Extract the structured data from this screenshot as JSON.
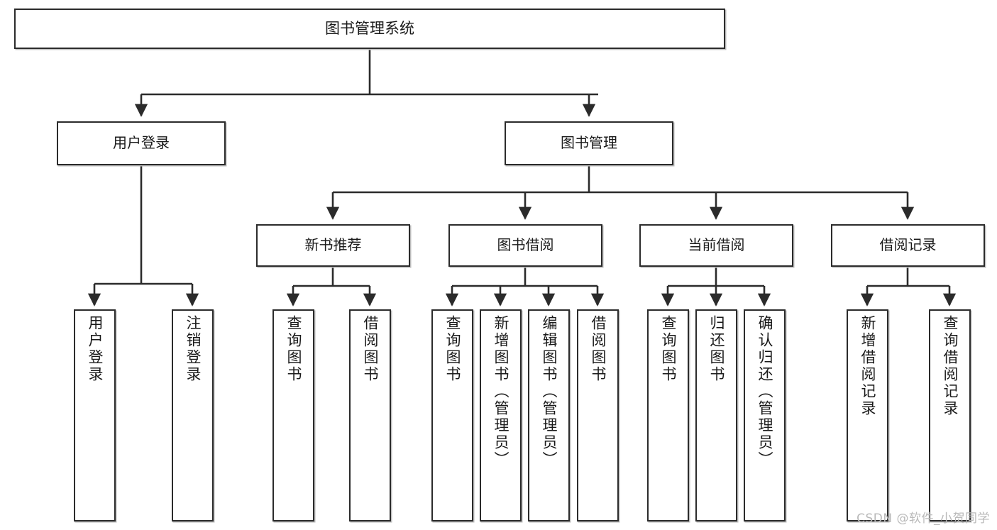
{
  "diagram": {
    "title": "图书管理系统",
    "type": "tree-hierarchy",
    "watermark": "CSDN @软件_小贺同学",
    "line_color": "#2b2b2b",
    "box_fill": "#ffffff",
    "background": "#ffffff"
  },
  "nodes": {
    "root": {
      "label": "图书管理系统"
    },
    "level2": [
      {
        "label": "用户登录"
      },
      {
        "label": "图书管理"
      }
    ],
    "level3": [
      {
        "label": "新书推荐"
      },
      {
        "label": "图书借阅"
      },
      {
        "label": "当前借阅"
      },
      {
        "label": "借阅记录"
      }
    ],
    "leaves": {
      "user_login": [
        {
          "label": "用户登录"
        },
        {
          "label": "注销登录"
        }
      ],
      "new_book": [
        {
          "label": "查询图书"
        },
        {
          "label": "借阅图书"
        }
      ],
      "book_borrow": [
        {
          "label": "查询图书"
        },
        {
          "label": "新增图书（管理员）"
        },
        {
          "label": "编辑图书（管理员）"
        },
        {
          "label": "借阅图书"
        }
      ],
      "current_borrow": [
        {
          "label": "查询图书"
        },
        {
          "label": "归还图书"
        },
        {
          "label": "确认归还（管理员）"
        }
      ],
      "borrow_record": [
        {
          "label": "新增借阅记录"
        },
        {
          "label": "查询借阅记录"
        }
      ]
    }
  },
  "chart_data": {
    "type": "table",
    "title": "图书管理系统 功能结构图",
    "tree": {
      "name": "图书管理系统",
      "children": [
        {
          "name": "用户登录",
          "children": [
            {
              "name": "用户登录"
            },
            {
              "name": "注销登录"
            }
          ]
        },
        {
          "name": "图书管理",
          "children": [
            {
              "name": "新书推荐",
              "children": [
                {
                  "name": "查询图书"
                },
                {
                  "name": "借阅图书"
                }
              ]
            },
            {
              "name": "图书借阅",
              "children": [
                {
                  "name": "查询图书"
                },
                {
                  "name": "新增图书（管理员）"
                },
                {
                  "name": "编辑图书（管理员）"
                },
                {
                  "name": "借阅图书"
                }
              ]
            },
            {
              "name": "当前借阅",
              "children": [
                {
                  "name": "查询图书"
                },
                {
                  "name": "归还图书"
                },
                {
                  "name": "确认归还（管理员）"
                }
              ]
            },
            {
              "name": "借阅记录",
              "children": [
                {
                  "name": "新增借阅记录"
                },
                {
                  "name": "查询借阅记录"
                }
              ]
            }
          ]
        }
      ]
    }
  }
}
